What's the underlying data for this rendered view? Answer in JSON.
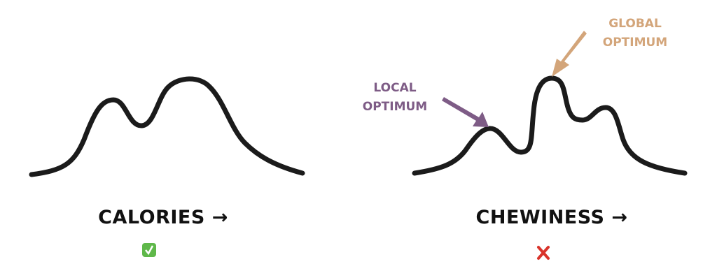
{
  "left_panel": {
    "axis_label": "CALORIES →",
    "status_icon": "check-mark-icon",
    "status_color": "#5fb84a"
  },
  "right_panel": {
    "axis_label": "CHEWINESS →",
    "status_icon": "cross-mark-icon",
    "status_color": "#d9342b",
    "local_label": [
      "LOCAL",
      "OPTIMUM"
    ],
    "global_label": [
      "GLOBAL",
      "OPTIMUM"
    ],
    "local_color": "#7e5c86",
    "global_color": "#d3a57a"
  }
}
